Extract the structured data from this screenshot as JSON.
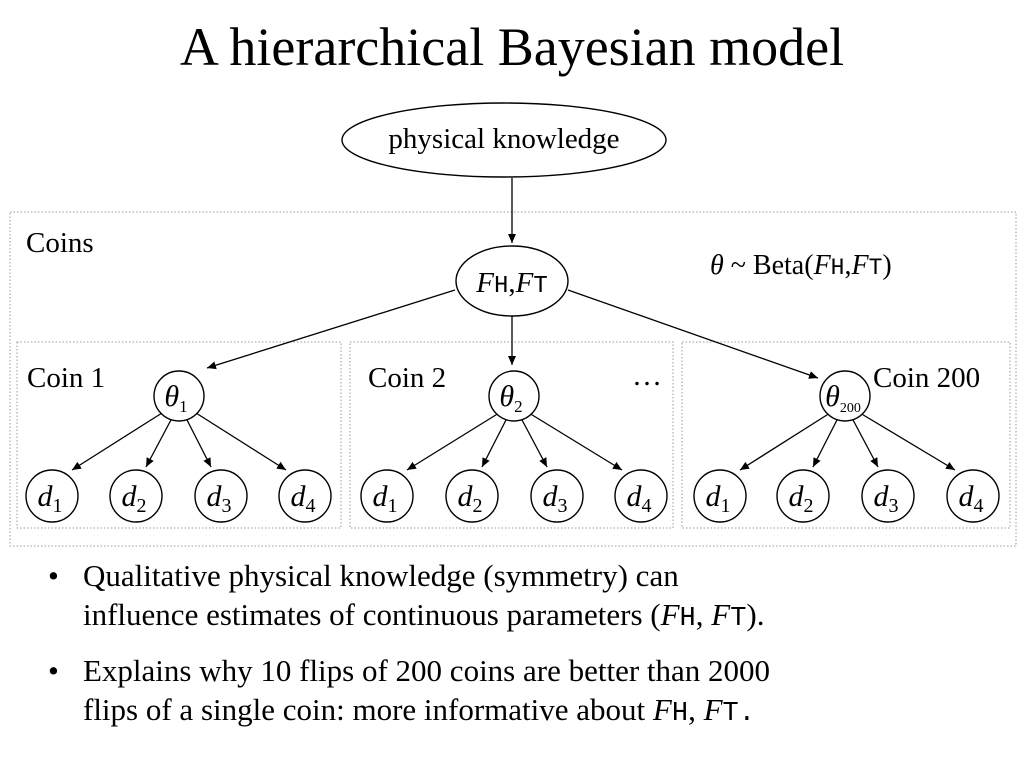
{
  "slide": {
    "title": "A hierarchical Bayesian model"
  },
  "diagram": {
    "root_label": "physical knowledge",
    "outer_plate_label": "Coins",
    "hyper_node": {
      "f": "F",
      "h": "H",
      "sep": ",",
      "t": "T"
    },
    "prior": {
      "theta": "θ",
      "tilde": " ~ Beta(",
      "f": "F",
      "h": "H",
      "sep": ",",
      "t": "T",
      "close": ")"
    },
    "ellipsis": "…",
    "coins": [
      {
        "label": "Coin 1",
        "theta": "θ",
        "sub": "1"
      },
      {
        "label": "Coin 2",
        "theta": "θ",
        "sub": "2"
      },
      {
        "label": "Coin 200",
        "theta": "θ",
        "sub": "200"
      }
    ],
    "data_nodes": [
      {
        "d": "d",
        "sub": "1"
      },
      {
        "d": "d",
        "sub": "2"
      },
      {
        "d": "d",
        "sub": "3"
      },
      {
        "d": "d",
        "sub": "4"
      }
    ]
  },
  "bullets": [
    {
      "marker": "•",
      "line1": "Qualitative physical knowledge (symmetry) can",
      "line2_pre": "influence estimates of continuous parameters (",
      "f1": "F",
      "h": "H",
      "sep": ", ",
      "f2": "F",
      "t": "T",
      "end": ")."
    },
    {
      "marker": "•",
      "line1": "Explains why 10 flips of 200 coins are better than 2000",
      "line2_pre": "flips of a single coin: more informative about ",
      "f1": "F",
      "h": "H",
      "sep": ", ",
      "f2": "F",
      "t": "T",
      "end": "."
    }
  ]
}
